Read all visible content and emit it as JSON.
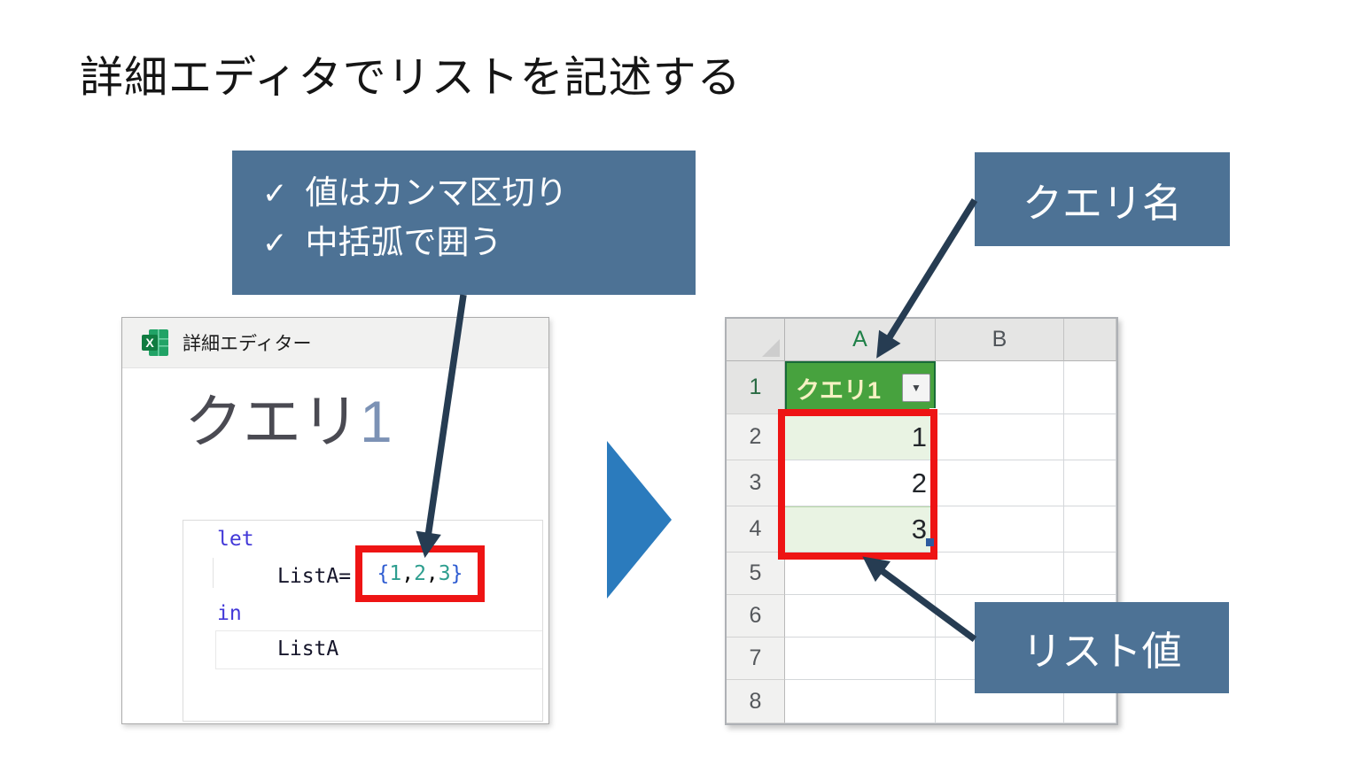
{
  "slide_title": "詳細エディタでリストを記述する",
  "callout_checks": {
    "check_glyph": "✓",
    "items": [
      "値はカンマ区切り",
      "中括弧で囲う"
    ]
  },
  "callout_query_name": "クエリ名",
  "callout_list_value": "リスト値",
  "editor": {
    "window_title": "詳細エディター",
    "icon": "excel-logo-icon",
    "heading_base": "クエリ",
    "heading_number": "1",
    "code": {
      "kw_let": "let",
      "lhs": "ListA=",
      "brace_open": "{",
      "value_1": "1",
      "comma_1": ",",
      "value_2": "2",
      "comma_2": ",",
      "value_3": "3",
      "brace_close": "}",
      "kw_in": "in",
      "result": "ListA"
    }
  },
  "grid": {
    "column_headers": [
      "A",
      "B",
      ""
    ],
    "row_headers": [
      "1",
      "2",
      "3",
      "4",
      "5",
      "6",
      "7",
      "8"
    ],
    "table_header_cell": "クエリ1",
    "dropdown_glyph": "▼",
    "values": [
      "1",
      "2",
      "3"
    ]
  },
  "colors": {
    "callout_bg": "#4d7295",
    "arrow": "#263c52",
    "flow_triangle": "#2b7bbd",
    "highlight_red": "#ee1414",
    "table_header_green": "#47a23e",
    "table_header_border_green": "#186b38",
    "banded_row_green": "#e9f3e3",
    "keyword_blue": "#4238d8",
    "number_teal": "#2e9e8f",
    "brace_blue": "#2d5bd1"
  }
}
